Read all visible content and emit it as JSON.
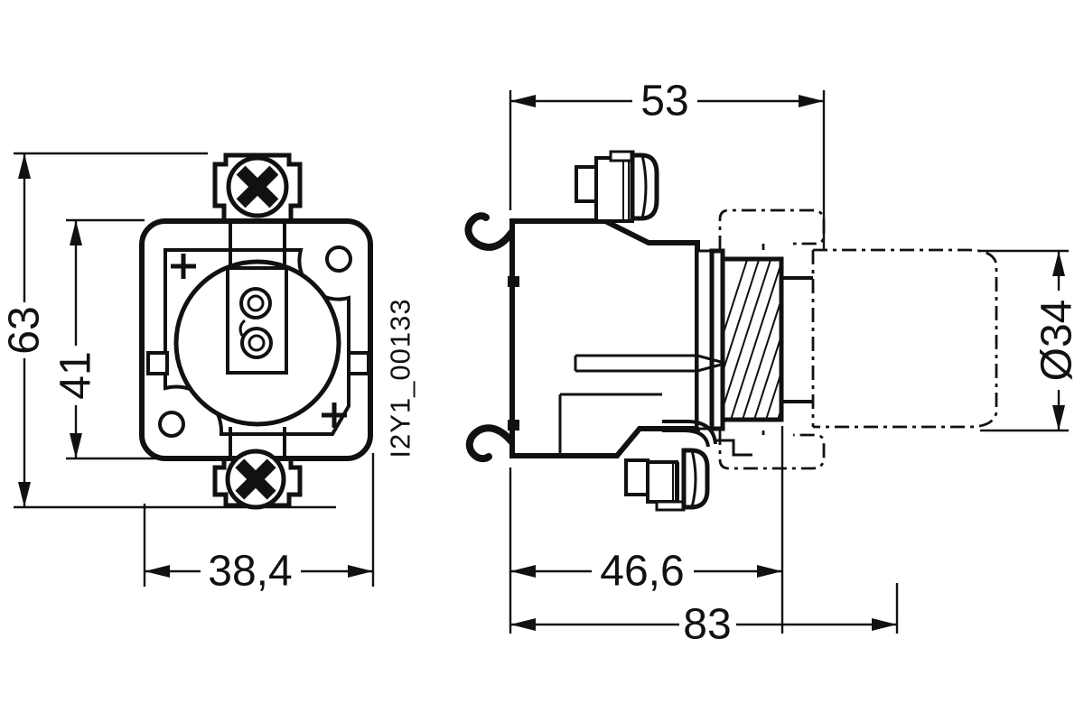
{
  "document": {
    "kind": "technical dimension drawing",
    "background_color": "#ffffff",
    "line_color": "#111111"
  },
  "dimensions": {
    "overall_height": "63",
    "body_height": "41",
    "faceplate_width": "38,4",
    "body_depth": "53",
    "depth_to_flange": "46,6",
    "overall_depth": "83",
    "plug_diameter": "Ø34"
  },
  "part_label": "I2Y1_00133"
}
